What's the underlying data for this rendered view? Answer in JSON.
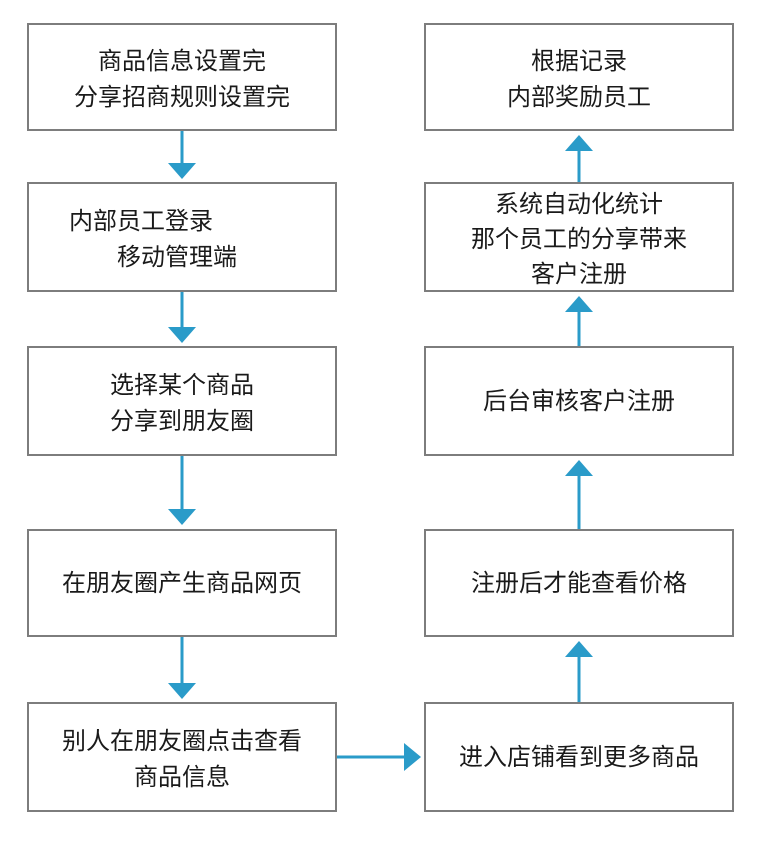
{
  "nodes": {
    "n1": [
      "商品信息设置完",
      "分享招商规则设置完"
    ],
    "n2": [
      "内部员工登录",
      "移动管理端"
    ],
    "n3": [
      "选择某个商品",
      "分享到朋友圈"
    ],
    "n4": [
      "在朋友圈产生商品网页"
    ],
    "n5": [
      "别人在朋友圈点击查看",
      "商品信息"
    ],
    "n6": [
      "进入店铺看到更多商品"
    ],
    "n7": [
      "注册后才能查看价格"
    ],
    "n8": [
      "后台审核客户注册"
    ],
    "n9": [
      "系统自动化统计",
      "那个员工的分享带来",
      "客户注册"
    ],
    "n10": [
      "根据记录",
      "内部奖励员工"
    ]
  },
  "colors": {
    "arrow": "#2a9bc9",
    "border": "#7d7d7d",
    "text": "#1a1a1a"
  }
}
